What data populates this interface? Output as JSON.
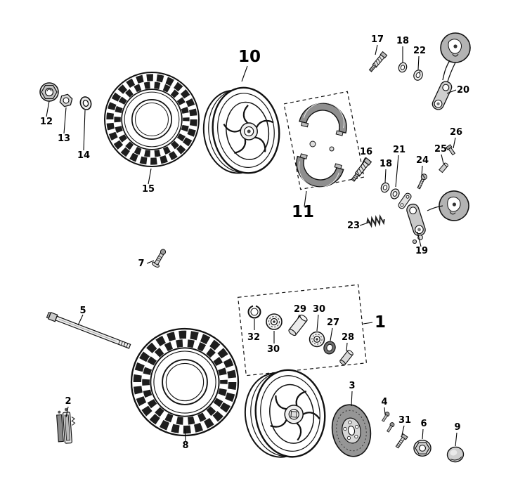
{
  "diagram": {
    "title": "wheel-and-brake-exploded-parts-diagram",
    "background_color": "#ffffff",
    "line_color": "#111111",
    "callouts": {
      "c1": "1",
      "c2": "2",
      "c3": "3",
      "c4": "4",
      "c5": "5",
      "c6": "6",
      "c7": "7",
      "c8": "8",
      "c9": "9",
      "c10": "10",
      "c11": "11",
      "c12": "12",
      "c13": "13",
      "c14": "14",
      "c15": "15",
      "c16": "16",
      "c17": "17",
      "c18a": "18",
      "c18b": "18",
      "c19": "19",
      "c20": "20",
      "c21": "21",
      "c22": "22",
      "c23": "23",
      "c24": "24",
      "c25": "25",
      "c26": "26",
      "c27": "27",
      "c28": "28",
      "c29": "29",
      "c30a": "30",
      "c30b": "30",
      "c31": "31",
      "c32": "32"
    }
  }
}
